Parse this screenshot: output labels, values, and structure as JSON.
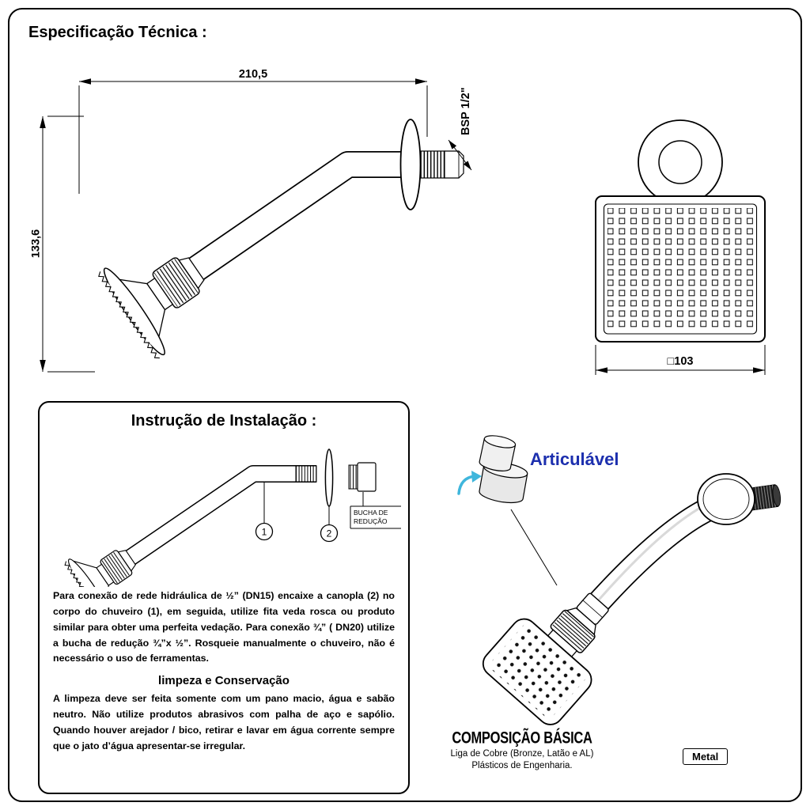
{
  "page": {
    "title": "Especificação Técnica :"
  },
  "side_view": {
    "dim_width": "210,5",
    "dim_height": "133,6",
    "thread_label": "BSP 1/2\""
  },
  "front_view": {
    "dim_square": "□103"
  },
  "installation": {
    "title": "Instrução de Instalação :",
    "callout_1": "1",
    "callout_2": "2",
    "bucha_line1": "BUCHA DE",
    "bucha_line2": "REDUÇÃO",
    "paragraph1": "Para conexão de rede hidráulica de ½” (DN15) encaixe a canopla (2) no corpo do chuveiro (1), em seguida, utilize fita veda rosca ou produto similar para obter uma perfeita vedação. Para conexão ¾” ( DN20) utilize a bucha de redução ¾”x ½”.  Rosqueie manualmente o chuveiro, não é necessário o uso de ferramentas.",
    "cleaning_title": "limpeza e Conservação",
    "paragraph2": "A limpeza deve ser feita somente com um pano macio, água e sabão neutro. Não utilize produtos  abrasivos com palha de aço e sapólio. Quando houver arejador / bico, retirar e lavar em água corrente sempre que o jato d’água apresentar-se irregular."
  },
  "perspective": {
    "articulavel_label": "Articulável",
    "accent_blue": "#1c2fae",
    "arrow_color": "#3fb6dc"
  },
  "composition": {
    "title": "COMPOSIÇÃO BÁSICA",
    "line1": "Liga de Cobre (Bronze, Latão e AL)",
    "line2": "Plásticos de Engenharia.",
    "badge": "Metal"
  }
}
